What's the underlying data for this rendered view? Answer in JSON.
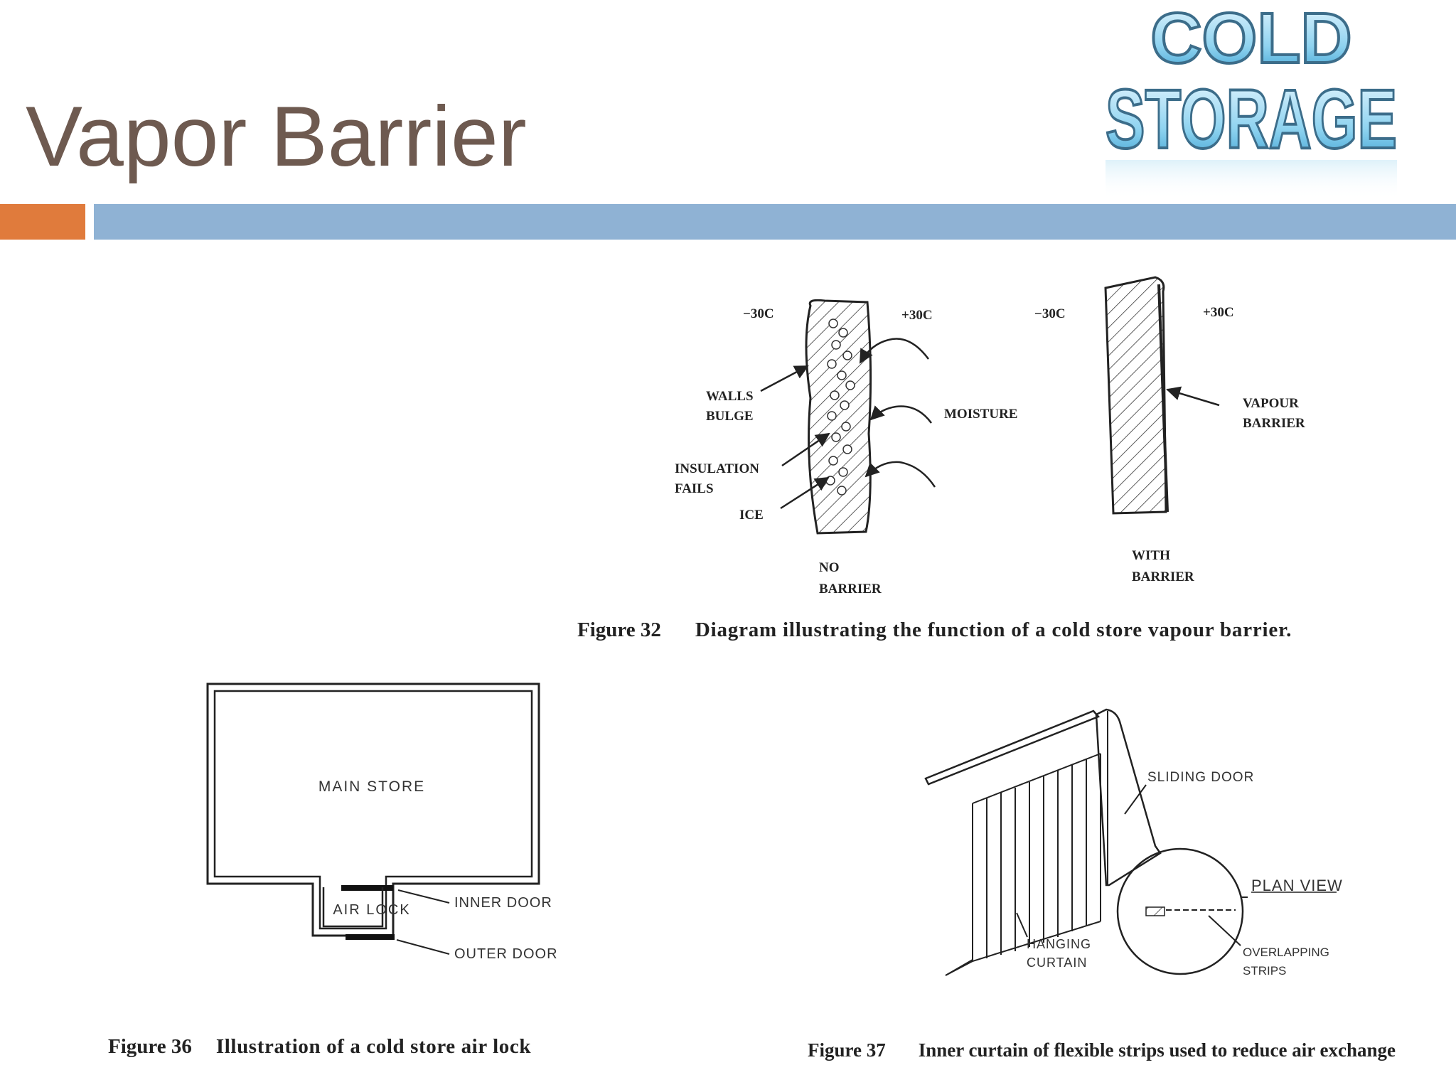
{
  "title": "Vapor Barrier",
  "logo": {
    "line1": "COLD",
    "line2": "STORAGE"
  },
  "colors": {
    "title": "#6e5a50",
    "accent_orange": "#e07b3c",
    "accent_blue": "#8fb2d4"
  },
  "figure32": {
    "temp_left_a": "−30C",
    "temp_right_a": "+30C",
    "temp_left_b": "−30C",
    "temp_right_b": "+30C",
    "walls_bulge_1": "WALLS",
    "walls_bulge_2": "BULGE",
    "moisture": "MOISTURE",
    "insulation_fails_1": "INSULATION",
    "insulation_fails_2": "FAILS",
    "ice": "ICE",
    "no_barrier_1": "NO",
    "no_barrier_2": "BARRIER",
    "with_barrier_1": "WITH",
    "with_barrier_2": "BARRIER",
    "vapour_barrier_1": "VAPOUR",
    "vapour_barrier_2": "BARRIER",
    "caption_num": "Figure 32",
    "caption_text": "Diagram illustrating the function of a cold store vapour barrier."
  },
  "figure36": {
    "main_store": "MAIN  STORE",
    "air_lock": "AIR LOCK",
    "inner_door": "INNER DOOR",
    "outer_door": "OUTER DOOR",
    "caption_num": "Figure 36",
    "caption_text": "Illustration of a cold store air lock"
  },
  "figure37": {
    "sliding_door": "SLIDING DOOR",
    "plan_view": "PLAN VIEW",
    "hanging_curtain_1": "HANGING",
    "hanging_curtain_2": "CURTAIN",
    "overlapping_strips_1": "OVERLAPPING",
    "overlapping_strips_2": "STRIPS",
    "caption_num": "Figure 37",
    "caption_text": "Inner curtain of flexible strips used to reduce air exchange"
  }
}
